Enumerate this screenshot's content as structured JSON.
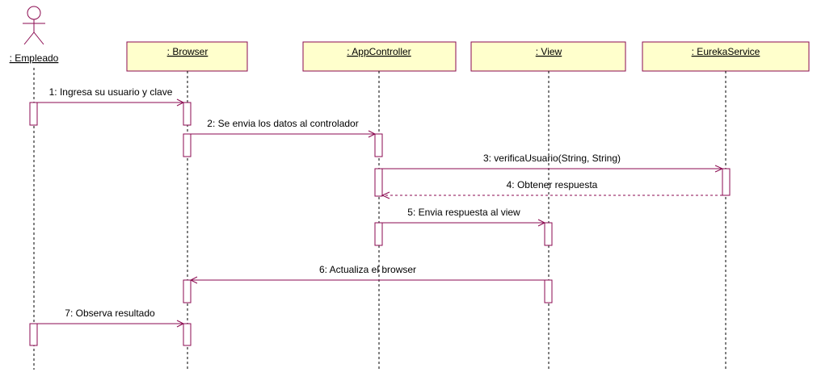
{
  "actor": {
    "name": ": Empleado",
    "icon": "stick-figure-actor-icon"
  },
  "objects": [
    {
      "id": "browser",
      "name": ": Browser"
    },
    {
      "id": "appcontroller",
      "name": ": AppController"
    },
    {
      "id": "view",
      "name": ": View"
    },
    {
      "id": "eurekaservice",
      "name": ": EurekaService"
    }
  ],
  "messages": [
    {
      "label": "1: Ingresa su usuario y clave",
      "from": "empleado",
      "to": "browser",
      "kind": "call"
    },
    {
      "label": "2: Se envia los datos al controlador",
      "from": "browser",
      "to": "appcontroller",
      "kind": "call"
    },
    {
      "label": "3: verificaUsuario(String, String)",
      "from": "appcontroller",
      "to": "eurekaservice",
      "kind": "call"
    },
    {
      "label": "4: Obtener respuesta",
      "from": "eurekaservice",
      "to": "appcontroller",
      "kind": "return"
    },
    {
      "label": "5: Envia respuesta al view",
      "from": "appcontroller",
      "to": "view",
      "kind": "call"
    },
    {
      "label": "6: Actualiza el browser",
      "from": "view",
      "to": "browser",
      "kind": "call"
    },
    {
      "label": "7: Observa resultado",
      "from": "empleado",
      "to": "browser",
      "kind": "call"
    }
  ],
  "colors": {
    "line": "#8b0a50",
    "box_fill": "#ffffcc",
    "text": "#000000"
  }
}
